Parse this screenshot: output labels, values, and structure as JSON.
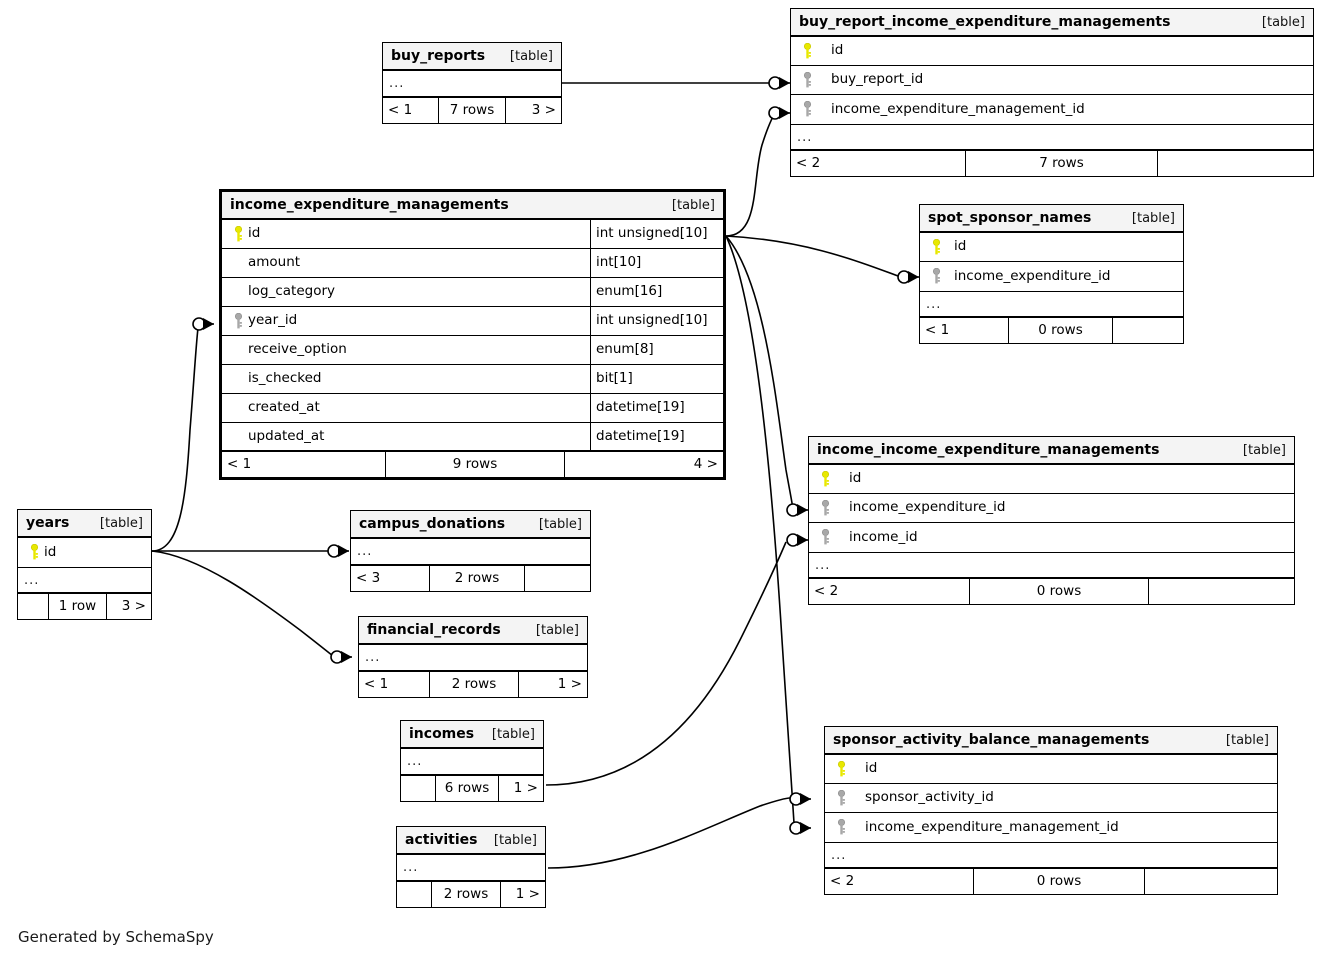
{
  "diagram": {
    "generator_note": "Generated by SchemaSpy",
    "table_tag": "[table]",
    "ellipsis": "...",
    "pk_color": "#e8e800",
    "fk_color": "#a8a8a8",
    "line_color": "#000000",
    "header_bg": "#f4f4f4"
  },
  "tables": {
    "buy_reports": {
      "name": "buy_reports",
      "tag": "[table]",
      "footer": {
        "left": "< 1",
        "mid": "7 rows",
        "right": "3 >"
      }
    },
    "buy_report_income_expenditure_managements": {
      "name": "buy_report_income_expenditure_managements",
      "tag": "[table]",
      "columns": [
        {
          "key": "pk",
          "name": "id"
        },
        {
          "key": "fk",
          "name": "buy_report_id"
        },
        {
          "key": "fk",
          "name": "income_expenditure_management_id"
        }
      ],
      "footer": {
        "left": "< 2",
        "mid": "7 rows",
        "right": ""
      }
    },
    "income_expenditure_managements": {
      "name": "income_expenditure_managements",
      "tag": "[table]",
      "columns": [
        {
          "key": "pk",
          "name": "id",
          "type": "int unsigned[10]"
        },
        {
          "key": "none",
          "name": "amount",
          "type": "int[10]"
        },
        {
          "key": "none",
          "name": "log_category",
          "type": "enum[16]"
        },
        {
          "key": "fk",
          "name": "year_id",
          "type": "int unsigned[10]"
        },
        {
          "key": "none",
          "name": "receive_option",
          "type": "enum[8]"
        },
        {
          "key": "none",
          "name": "is_checked",
          "type": "bit[1]"
        },
        {
          "key": "none",
          "name": "created_at",
          "type": "datetime[19]"
        },
        {
          "key": "none",
          "name": "updated_at",
          "type": "datetime[19]"
        }
      ],
      "footer": {
        "left": "< 1",
        "mid": "9 rows",
        "right": "4 >"
      }
    },
    "spot_sponsor_names": {
      "name": "spot_sponsor_names",
      "tag": "[table]",
      "columns": [
        {
          "key": "pk",
          "name": "id"
        },
        {
          "key": "fk",
          "name": "income_expenditure_id"
        }
      ],
      "footer": {
        "left": "< 1",
        "mid": "0 rows",
        "right": ""
      }
    },
    "income_income_expenditure_managements": {
      "name": "income_income_expenditure_managements",
      "tag": "[table]",
      "columns": [
        {
          "key": "pk",
          "name": "id"
        },
        {
          "key": "fk",
          "name": "income_expenditure_id"
        },
        {
          "key": "fk",
          "name": "income_id"
        }
      ],
      "footer": {
        "left": "< 2",
        "mid": "0 rows",
        "right": ""
      }
    },
    "sponsor_activity_balance_managements": {
      "name": "sponsor_activity_balance_managements",
      "tag": "[table]",
      "columns": [
        {
          "key": "pk",
          "name": "id"
        },
        {
          "key": "fk",
          "name": "sponsor_activity_id"
        },
        {
          "key": "fk",
          "name": "income_expenditure_management_id"
        }
      ],
      "footer": {
        "left": "< 2",
        "mid": "0 rows",
        "right": ""
      }
    },
    "years": {
      "name": "years",
      "tag": "[table]",
      "columns": [
        {
          "key": "pk",
          "name": "id"
        }
      ],
      "footer": {
        "left": "",
        "mid": "1 row",
        "right": "3 >"
      }
    },
    "campus_donations": {
      "name": "campus_donations",
      "tag": "[table]",
      "footer": {
        "left": "< 3",
        "mid": "2 rows",
        "right": ""
      }
    },
    "financial_records": {
      "name": "financial_records",
      "tag": "[table]",
      "footer": {
        "left": "< 1",
        "mid": "2 rows",
        "right": "1 >"
      }
    },
    "incomes": {
      "name": "incomes",
      "tag": "[table]",
      "footer": {
        "left": "",
        "mid": "6 rows",
        "right": "1 >"
      }
    },
    "activities": {
      "name": "activities",
      "tag": "[table]",
      "footer": {
        "left": "",
        "mid": "2 rows",
        "right": "1 >"
      }
    }
  }
}
